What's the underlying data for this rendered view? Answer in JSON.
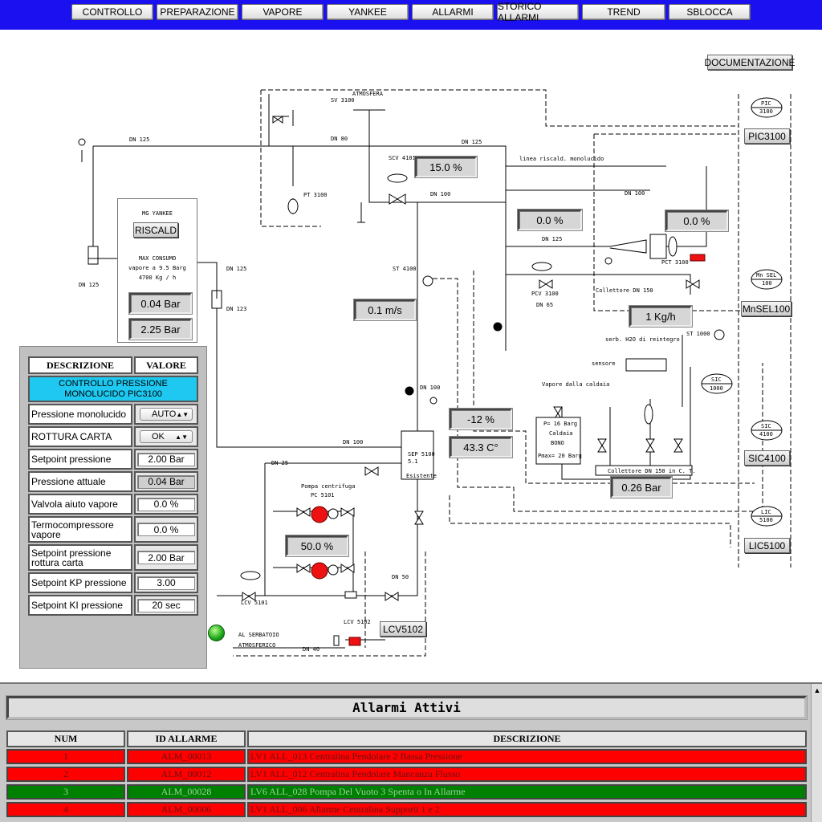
{
  "nav": {
    "items": [
      {
        "label": "CONTROLLO"
      },
      {
        "label": "PREPARAZIONE"
      },
      {
        "label": "VAPORE"
      },
      {
        "label": "YANKEE"
      },
      {
        "label": "ALLARMI"
      },
      {
        "label": "STORICO ALLARMI"
      },
      {
        "label": "TREND"
      },
      {
        "label": "SBLOCCA"
      }
    ]
  },
  "documentazione_label": "DOCUMENTAZIONE",
  "tag_buttons": {
    "pic3100": "PIC3100",
    "mnsel100": "MnSEL100",
    "sic4100": "SIC4100",
    "lic5100": "LIC5100",
    "lcv5102": "LCV5102",
    "riscald": "RISCALD"
  },
  "readouts": {
    "valve_pct_top": "15.0 %",
    "pct_mid_left": "0.0 %",
    "pct_mid_right": "0.0 %",
    "flow_ms": "0.1 m/s",
    "flow_kgh": "1 Kg/h",
    "level_pct": "-12 %",
    "temperature": "43.3 C°",
    "pump_pct": "50.0 %",
    "collector_pressure": "0.26 Bar",
    "mg_pressure_1": "0.04 Bar",
    "mg_pressure_2": "2.25 Bar"
  },
  "mg_panel": {
    "title": "MG YANKEE",
    "info_line1": "MAX CONSUMO",
    "info_line2": "vapore a 9.5 Barg",
    "info_line3": "4700 Kg / h"
  },
  "control_panel": {
    "col_descrizione": "DESCRIZIONE",
    "col_valore": "VALORE",
    "title": "CONTROLLO PRESSIONE MONOLUCIDO PIC3100",
    "rows": [
      {
        "label": "Pressione monolucido",
        "value": "AUTO",
        "kind": "select"
      },
      {
        "label": "ROTTURA CARTA",
        "value": "OK",
        "kind": "select"
      },
      {
        "label": "Setpoint pressione",
        "value": "2.00 Bar",
        "kind": "input"
      },
      {
        "label": "Pressione attuale",
        "value": "0.04 Bar",
        "kind": "readonly"
      },
      {
        "label": "Valvola aiuto vapore",
        "value": "0.0 %",
        "kind": "input"
      },
      {
        "label": "Termocompressore vapore",
        "value": "0.0 %",
        "kind": "input"
      },
      {
        "label": "Setpoint pressione rottura carta",
        "value": "2.00 Bar",
        "kind": "input"
      },
      {
        "label": "Setpoint KP pressione",
        "value": "3.00",
        "kind": "input"
      },
      {
        "label": "Setpoint KI pressione",
        "value": "20 sec",
        "kind": "input"
      }
    ]
  },
  "schematic_labels": {
    "atmosfera": "ATMOSFERA",
    "linea_riscald": "linea riscald. monolucido",
    "vapore_caldaia": "Vapore dalla caldaia",
    "reintegro": "serb. H2O di reintegro",
    "sensore": "sensore",
    "collettore_dn150": "Collettore DN 150",
    "collettore_mct": "Collettore DN 150 in C. T.",
    "pompa": "Pompa centrifuga",
    "pompa_code": "PC 5101",
    "serbatoio_1": "AL SERBATOIO",
    "serbatoio_2": "ATMOSFERICO",
    "sep": "SEP 5100",
    "sep_num": "5.1",
    "esistente": "Esistente",
    "caldaia_1": "P= 16 Barg",
    "caldaia_2": "Caldaia",
    "caldaia_3": "BONO",
    "caldaia_4": "Pmax= 20 Barg",
    "sv": "SV 3100",
    "pt": "PT 3100",
    "scv": "SCV 4101",
    "st": "ST 4100",
    "pcv": "PCV 3100",
    "pct": "PCT 3100",
    "lcv1": "LCV 5101",
    "lcv2": "LCV 5102",
    "st1000": "ST 1000",
    "dn125": "DN 125",
    "dn100": "DN 100",
    "dn80": "DN 80",
    "dn50": "DN 50",
    "dn40": "DN 40",
    "dn25": "DN 25",
    "dn65": "DN 65",
    "dn123": "DN 123",
    "inst_pic": "PIC",
    "inst_pic_n": "3100",
    "inst_mnsel": "Mn SEL",
    "inst_mnsel_n": "100",
    "inst_sic": "SIC",
    "inst_sic_n": "1000",
    "inst_sic2_n": "4100",
    "inst_lic": "LIC",
    "inst_lic_n": "5100"
  },
  "alarms": {
    "title": "Allarmi Attivi",
    "columns": [
      "NUM",
      "ID ALLARME",
      "DESCRIZIONE"
    ],
    "rows": [
      {
        "num": "1",
        "id": "ALM_00013",
        "desc": "LV1 ALL_013 Centralina Pendolare 2 Bassa Pressione",
        "color": "#ff0000"
      },
      {
        "num": "2",
        "id": "ALM_00012",
        "desc": "LV1 ALL_012 Centralina Pendolare Mancanza Flusso",
        "color": "#ff0000"
      },
      {
        "num": "3",
        "id": "ALM_00028",
        "desc": "LV6 ALL_028 Pompa Del Vuoto 3 Spenta o In Allarme",
        "color": "#008000"
      },
      {
        "num": "4",
        "id": "ALM_00006",
        "desc": "LV1 ALL_006 Allarme Centralina Supporti 1 e 2",
        "color": "#ff0000"
      }
    ]
  }
}
